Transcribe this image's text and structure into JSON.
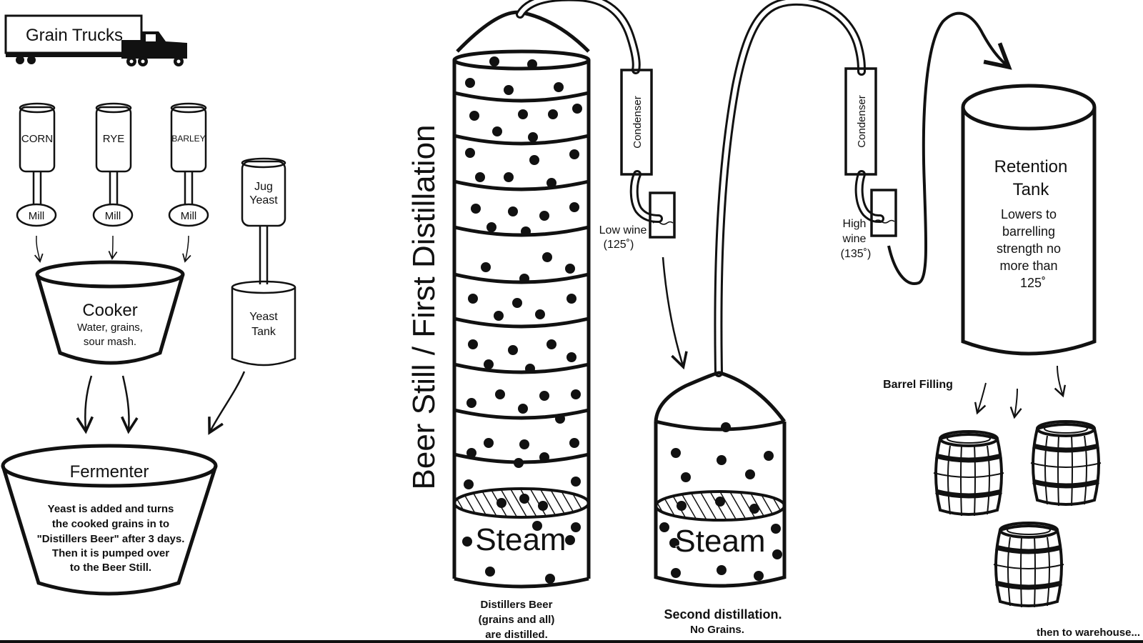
{
  "labels": {
    "grain_trucks": "Grain Trucks",
    "corn": "CORN",
    "rye": "RYE",
    "barley": "BARLEY",
    "mill": "Mill",
    "jug_yeast_line1": "Jug",
    "jug_yeast_line2": "Yeast",
    "yeast_tank_line1": "Yeast",
    "yeast_tank_line2": "Tank",
    "cooker_title": "Cooker",
    "cooker_desc_line1": "Water, grains,",
    "cooker_desc_line2": "sour mash.",
    "fermenter_title": "Fermenter",
    "fermenter_desc": [
      "Yeast is added and turns",
      "the cooked grains in to",
      "\"Distillers Beer\" after 3 days.",
      "Then it is pumped over",
      "to the Beer Still."
    ],
    "beer_still_vertical": "Beer Still / First Distillation",
    "steam": "Steam",
    "beer_still_caption": [
      "Distillers Beer",
      "(grains and all)",
      "are distilled."
    ],
    "condenser": "Condenser",
    "low_wine_line1": "Low wine",
    "low_wine_line2": "(125˚)",
    "high_wine_line1": "High",
    "high_wine_line2": "wine",
    "high_wine_line3": "(135˚)",
    "second_caption_line1": "Second distillation.",
    "second_caption_line2": "No Grains.",
    "retention_title_line1": "Retention",
    "retention_title_line2": "Tank",
    "retention_desc": [
      "Lowers  to",
      "barrelling",
      "strength no",
      "more than",
      "125˚"
    ],
    "barrel_filling": "Barrel Filling",
    "warehouse": "then to warehouse..."
  },
  "colors": {
    "ink": "#111111",
    "background": "#ffffff",
    "steam_text": "#444444"
  },
  "icons": [
    "truck-icon",
    "barrel-icon",
    "arrow-icon",
    "grate-icon"
  ]
}
